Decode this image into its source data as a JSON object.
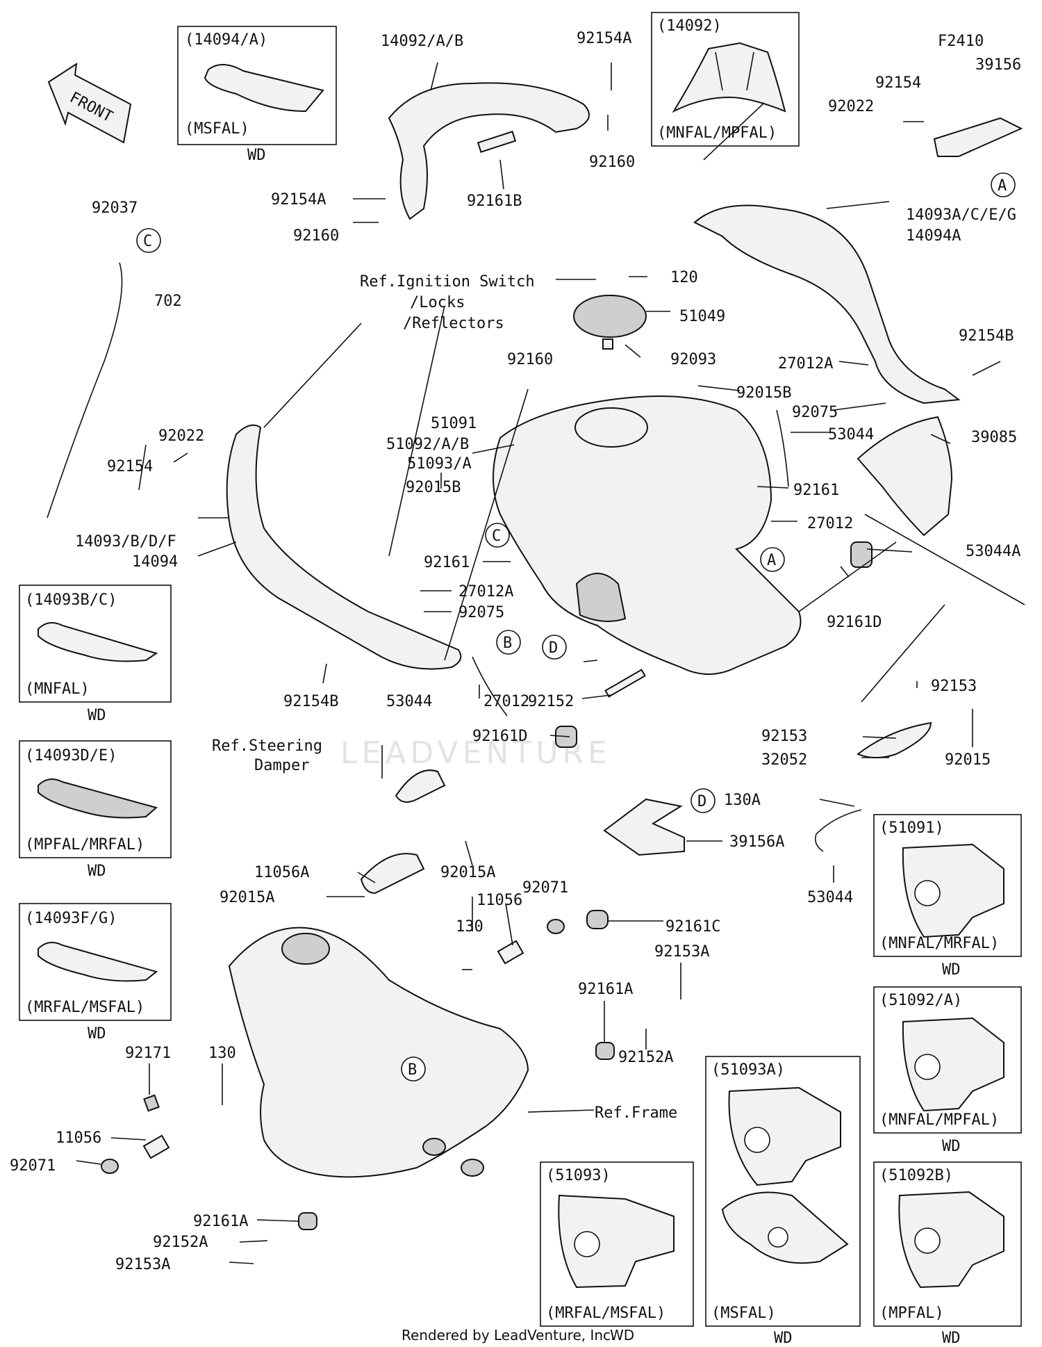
{
  "labels": [
    {
      "id": "14092ab",
      "text": "14092/A/B"
    },
    {
      "id": "92154a_top",
      "text": "92154A"
    },
    {
      "id": "92160_top",
      "text": "92160"
    },
    {
      "id": "92161b",
      "text": "92161B"
    },
    {
      "id": "92154a_mid",
      "text": "92154A"
    },
    {
      "id": "92160_mid",
      "text": "92160"
    },
    {
      "id": "ref_ign",
      "text": "Ref.Ignition Switch"
    },
    {
      "id": "ref_locks",
      "text": "/Locks"
    },
    {
      "id": "ref_refl",
      "text": "/Reflectors"
    },
    {
      "id": "92037",
      "text": "92037"
    },
    {
      "id": "702",
      "text": "702"
    },
    {
      "id": "120",
      "text": "120"
    },
    {
      "id": "51049",
      "text": "51049"
    },
    {
      "id": "92160_cap",
      "text": "92160"
    },
    {
      "id": "92093",
      "text": "92093"
    },
    {
      "id": "f2410",
      "text": "F2410"
    },
    {
      "id": "39156",
      "text": "39156"
    },
    {
      "id": "92154_r",
      "text": "92154"
    },
    {
      "id": "92022_r",
      "text": "92022"
    },
    {
      "id": "14093aceg",
      "text": "14093A/C/E/G"
    },
    {
      "id": "14094a",
      "text": "14094A"
    },
    {
      "id": "92154b_r",
      "text": "92154B"
    },
    {
      "id": "27012a_r",
      "text": "27012A"
    },
    {
      "id": "92015b_r",
      "text": "92015B"
    },
    {
      "id": "92075_r",
      "text": "92075"
    },
    {
      "id": "53044_r",
      "text": "53044"
    },
    {
      "id": "39085",
      "text": "39085"
    },
    {
      "id": "92161_r",
      "text": "92161"
    },
    {
      "id": "27012_r",
      "text": "27012"
    },
    {
      "id": "53044a",
      "text": "53044A"
    },
    {
      "id": "92161d_r",
      "text": "92161D"
    },
    {
      "id": "51091",
      "text": "51091"
    },
    {
      "id": "51092ab",
      "text": "51092/A/B"
    },
    {
      "id": "51093a",
      "text": "51093/A"
    },
    {
      "id": "92015b_l",
      "text": "92015B"
    },
    {
      "id": "92022_l",
      "text": "92022"
    },
    {
      "id": "92154_l",
      "text": "92154"
    },
    {
      "id": "14093bdf",
      "text": "14093/B/D/F"
    },
    {
      "id": "14094",
      "text": "14094"
    },
    {
      "id": "92161_l",
      "text": "92161"
    },
    {
      "id": "27012a_l",
      "text": "27012A"
    },
    {
      "id": "92075_l",
      "text": "92075"
    },
    {
      "id": "92154b_l",
      "text": "92154B"
    },
    {
      "id": "53044_l",
      "text": "53044"
    },
    {
      "id": "27012_l",
      "text": "27012"
    },
    {
      "id": "92152",
      "text": "92152"
    },
    {
      "id": "92153_r",
      "text": "92153"
    },
    {
      "id": "92153_r2",
      "text": "92153"
    },
    {
      "id": "32052",
      "text": "32052"
    },
    {
      "id": "92015",
      "text": "92015"
    },
    {
      "id": "92161d_l",
      "text": "92161D"
    },
    {
      "id": "ref_steer",
      "text": "Ref.Steering"
    },
    {
      "id": "ref_damper",
      "text": "Damper"
    },
    {
      "id": "130a",
      "text": "130A"
    },
    {
      "id": "39156a",
      "text": "39156A"
    },
    {
      "id": "53044_b",
      "text": "53044"
    },
    {
      "id": "11056a",
      "text": "11056A"
    },
    {
      "id": "92015a_r",
      "text": "92015A"
    },
    {
      "id": "92015a_l",
      "text": "92015A"
    },
    {
      "id": "92071_t",
      "text": "92071"
    },
    {
      "id": "11056_t",
      "text": "11056"
    },
    {
      "id": "130_t",
      "text": "130"
    },
    {
      "id": "92161c",
      "text": "92161C"
    },
    {
      "id": "92153a_t",
      "text": "92153A"
    },
    {
      "id": "92161a_t",
      "text": "92161A"
    },
    {
      "id": "92152a_t",
      "text": "92152A"
    },
    {
      "id": "ref_frame",
      "text": "Ref.Frame"
    },
    {
      "id": "92171",
      "text": "92171"
    },
    {
      "id": "130_l",
      "text": "130"
    },
    {
      "id": "11056_l",
      "text": "11056"
    },
    {
      "id": "92071_l",
      "text": "92071"
    },
    {
      "id": "92161a_b",
      "text": "92161A"
    },
    {
      "id": "92152a_b",
      "text": "92152A"
    },
    {
      "id": "92153a_b",
      "text": "92153A"
    }
  ],
  "callouts": [
    {
      "id": "c_top_left",
      "letter": "C"
    },
    {
      "id": "a_top_right",
      "letter": "A"
    },
    {
      "id": "c_tank",
      "letter": "C"
    },
    {
      "id": "a_tank",
      "letter": "A"
    },
    {
      "id": "b_tank",
      "letter": "B"
    },
    {
      "id": "d_tank",
      "letter": "D"
    },
    {
      "id": "d_sticker",
      "letter": "D"
    },
    {
      "id": "b_frame",
      "letter": "B"
    }
  ],
  "front_arrow": "FRONT",
  "insets": [
    {
      "id": "inset_14094a",
      "title": "(14094/A)",
      "variant": "(MSFAL)",
      "wd": "WD"
    },
    {
      "id": "inset_14092",
      "title": "(14092)",
      "variant": "(MNFAL/MPFAL)",
      "wd": ""
    },
    {
      "id": "inset_14093bc",
      "title": "(14093B/C)",
      "variant": "(MNFAL)",
      "wd": "WD"
    },
    {
      "id": "inset_14093de",
      "title": "(14093D/E)",
      "variant": "(MPFAL/MRFAL)",
      "wd": "WD"
    },
    {
      "id": "inset_14093fg",
      "title": "(14093F/G)",
      "variant": "(MRFAL/MSFAL)",
      "wd": "WD"
    },
    {
      "id": "inset_51091",
      "title": "(51091)",
      "variant": "(MNFAL/MRFAL)",
      "wd": "WD"
    },
    {
      "id": "inset_51092a",
      "title": "(51092/A)",
      "variant": "(MNFAL/MPFAL)",
      "wd": "WD"
    },
    {
      "id": "inset_51093a",
      "title": "(51093A)",
      "variant": "(MSFAL)",
      "wd": "WD"
    },
    {
      "id": "inset_51093",
      "title": "(51093)",
      "variant": "(MRFAL/MSFAL)",
      "wd": ""
    },
    {
      "id": "inset_51092b",
      "title": "(51092B)",
      "variant": "(MPFAL)",
      "wd": "WD"
    }
  ],
  "watermark": "LEADVENTURE",
  "footer": {
    "rendered_by": "Rendered by LeadVenture, Inc.",
    "wd": "WD"
  },
  "colors": {
    "line": "#111111",
    "fill": "#f2f2f2",
    "watermark": "#e3e3e3"
  }
}
